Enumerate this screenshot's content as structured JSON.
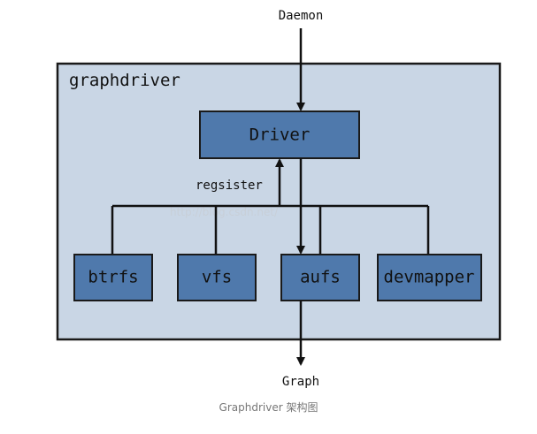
{
  "diagram": {
    "title": "graphdriver",
    "top_label": "Daemon",
    "bottom_label": "Graph",
    "arrow_label": "regsister",
    "driver_label": "Driver",
    "watermark": "http://blog.csdn.net/",
    "drivers": [
      "btrfs",
      "vfs",
      "aufs",
      "devmapper"
    ]
  },
  "caption": "Graphdriver 架构图",
  "colors": {
    "outer_fill": "#c9d6e5",
    "node_fill": "#4f79ac",
    "line": "#111111"
  }
}
